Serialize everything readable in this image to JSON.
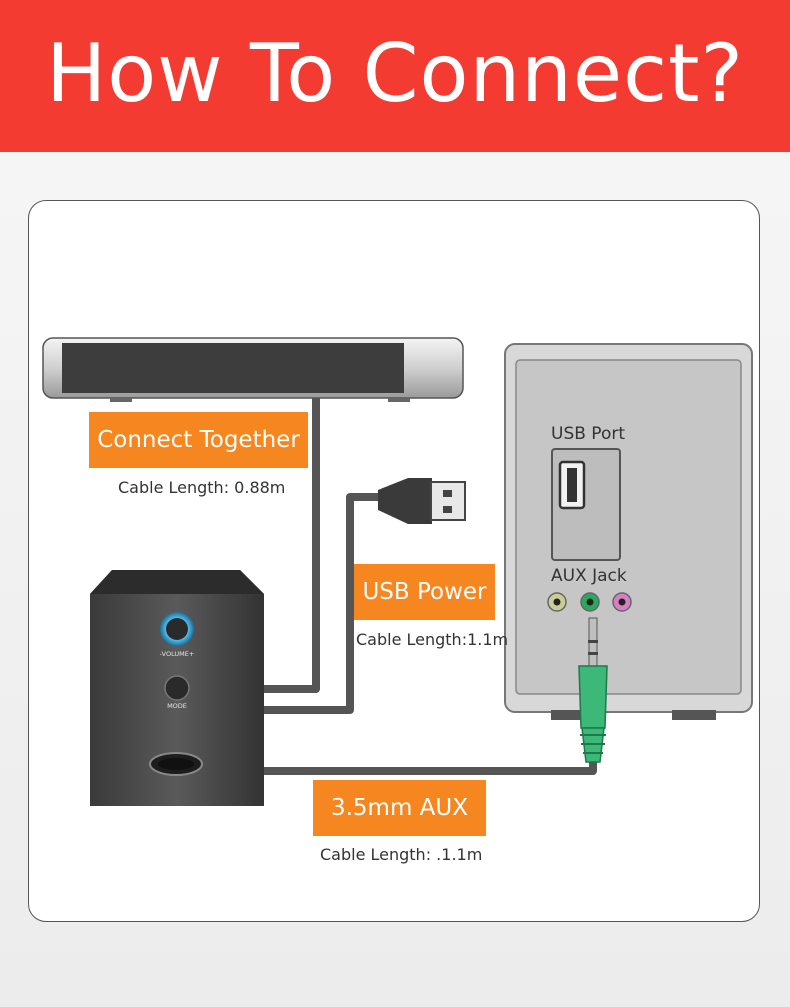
{
  "header": {
    "title": "How To Connect?",
    "bg_color": "#f43b32"
  },
  "connections": {
    "together": {
      "label": "Connect Together",
      "cable": "Cable Length: 0.88m"
    },
    "usb": {
      "label": "USB Power",
      "cable": "Cable Length:1.1m"
    },
    "aux": {
      "label": "3.5mm AUX",
      "cable": "Cable Length: .1.1m"
    }
  },
  "computer": {
    "usb_port_label": "USB Port",
    "aux_jack_label": "AUX Jack"
  },
  "speaker": {
    "volume_label": "-VOLUME+",
    "mode_label": "MODE"
  },
  "colors": {
    "tag": "#f6861f",
    "cable": "#555555",
    "aux_green": "#3cb878",
    "mic_pink": "#d77fc4",
    "line_green": "#2aa85d",
    "in_yellow": "#c8ce94"
  },
  "icons": [
    "soundbar-icon",
    "usb-plug-icon",
    "aux-plug-icon",
    "speaker-unit-icon",
    "computer-tower-icon"
  ]
}
